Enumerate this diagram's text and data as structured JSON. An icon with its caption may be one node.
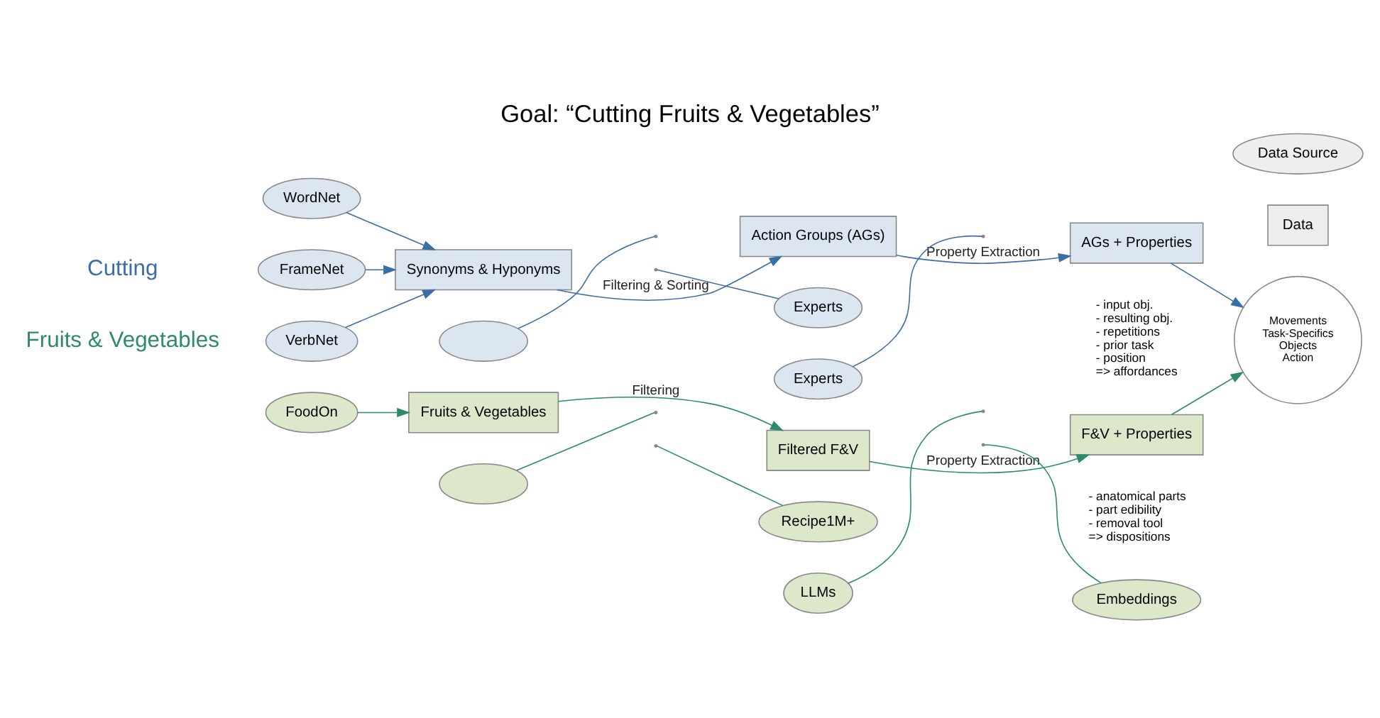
{
  "diagram": {
    "title": "Goal: “Cutting Fruits & Vegetables”",
    "nodes": [
      {
        "text": [
          "WordNet"
        ]
      },
      {
        "text": [
          "FrameNet"
        ]
      },
      {
        "text": [
          "VerbNet"
        ]
      },
      {
        "text": [
          "Synonyms & Hyponyms"
        ]
      },
      {
        "text": [
          "Action Groups (AGs)"
        ]
      },
      {
        "text": [
          "AGs + Properties"
        ],
        "beside": [
          "- input obj.",
          "- resulting obj.",
          "- repetitions",
          "- prior task",
          "- position",
          "=> affordances"
        ]
      },
      {
        "text": [],
        "shape": "ellipse"
      },
      {
        "text": [
          "Experts"
        ]
      },
      {
        "text": [
          "Experts"
        ]
      },
      {
        "text": [
          "FoodOn"
        ]
      },
      {
        "text": [
          "Fruits & Vegetables"
        ]
      },
      {
        "text": [
          "Filtered F&V"
        ]
      },
      {
        "text": [
          "F&V + Properties"
        ],
        "beside": [
          "- anatomical parts",
          "- part edibility",
          "- removal tool",
          "=> dispositions"
        ]
      },
      {
        "text": [],
        "shape": "ellipse"
      },
      {
        "text": [
          "Recipe1M+"
        ]
      },
      {
        "text": [
          "LLMs"
        ]
      },
      {
        "text": [
          "Embeddings"
        ]
      },
      {
        "text": [
          "Movements",
          "Task-Specifics",
          "Objects",
          "Action"
        ]
      }
    ],
    "edges": [
      {
        "from": 0,
        "to": 3,
        "arrow": "to",
        "color": "#3b6ea5"
      },
      {
        "from": 1,
        "to": 3,
        "arrow": "to",
        "color": "#3b6ea5"
      },
      {
        "from": 2,
        "to": 3,
        "arrow": "to",
        "color": "#3b6ea5"
      },
      {
        "from": 3,
        "to": 4,
        "arrow": "to",
        "label": "Filtering & Sorting",
        "color": "#3b6ea5"
      },
      {
        "from": 4,
        "to": 5,
        "arrow": "to",
        "label": "Property Extraction",
        "color": "#3b6ea5"
      },
      {
        "from": 6,
        "to": null,
        "arrow": "none",
        "color": "#3b6ea5"
      },
      {
        "from": 7,
        "to": null,
        "arrow": "none",
        "color": "#3b6ea5"
      },
      {
        "from": 8,
        "to": null,
        "arrow": "none",
        "color": "#3b6ea5"
      },
      {
        "from": 5,
        "to": 17,
        "arrow": "to",
        "color": "#3b6ea5"
      },
      {
        "from": 9,
        "to": 10,
        "arrow": "to",
        "color": "#2e8b6a"
      },
      {
        "from": 10,
        "to": 11,
        "arrow": "to",
        "label": "Filtering",
        "color": "#2e8b6a"
      },
      {
        "from": 11,
        "to": 12,
        "arrow": "to",
        "label": "Property Extraction",
        "color": "#2e8b6a"
      },
      {
        "from": 13,
        "to": null,
        "arrow": "none",
        "color": "#2e8b6a"
      },
      {
        "from": 14,
        "to": null,
        "arrow": "none",
        "color": "#2e8b6a"
      },
      {
        "from": 15,
        "to": null,
        "arrow": "none",
        "color": "#2e8b6a"
      },
      {
        "from": 16,
        "to": null,
        "arrow": "none",
        "color": "#2e8b6a"
      },
      {
        "from": 12,
        "to": 17,
        "arrow": "to",
        "color": "#2e8b6a"
      }
    ],
    "labels": [
      "Cutting",
      "Fruits & Vegetables"
    ],
    "legend": [
      {
        "text": "Data Source"
      },
      {
        "text": "Data"
      }
    ]
  }
}
